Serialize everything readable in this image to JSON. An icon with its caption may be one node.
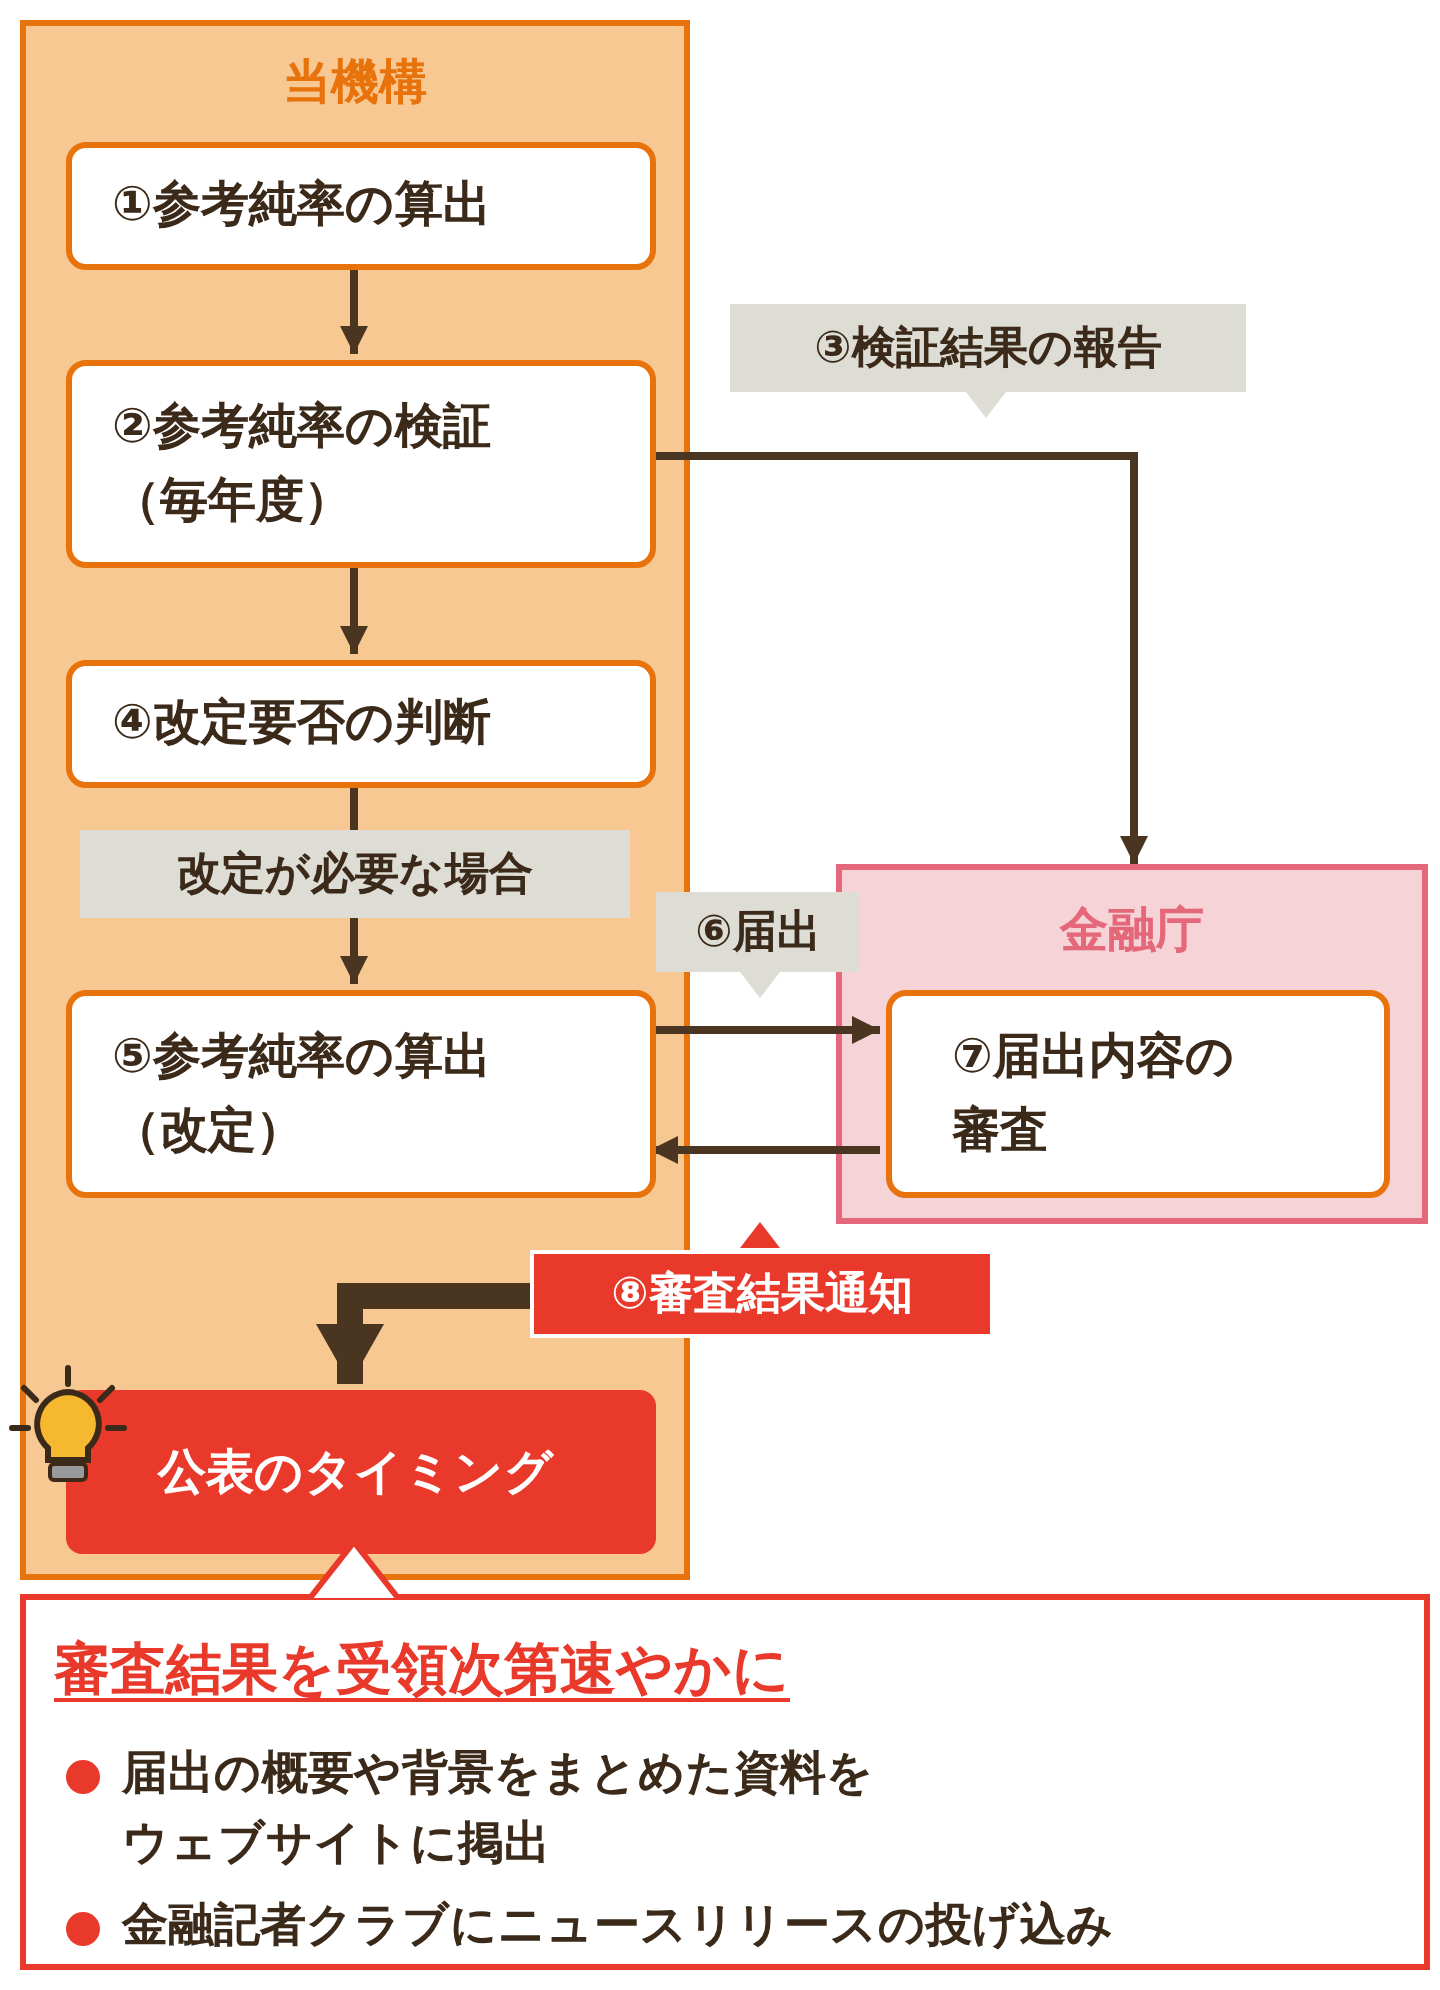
{
  "diagram": {
    "nodes": [
      {
        "text": [
          "当機構"
        ]
      },
      {
        "text": [
          "①参考純率の算出"
        ],
        "in": 0
      },
      {
        "text": [
          "②参考純率の検証（毎年度）"
        ],
        "in": 0
      },
      {
        "text": [
          "④改定要否の判断"
        ],
        "in": 0
      },
      {
        "text": [
          "⑤参考純率の算出（改定）"
        ],
        "in": 0
      },
      {
        "text": [
          "公表のタイミング"
        ],
        "in": 0
      },
      {
        "text": [
          "金融庁"
        ]
      },
      {
        "text": [
          "⑦届出内容の審査"
        ],
        "in": 6
      },
      {
        "text": [
          "審査結果を受領次第速やかに",
          "届出の概要や背景をまとめた資料をウェブサイトに掲出",
          "金融記者クラブにニュースリリースの投げ込み"
        ]
      }
    ],
    "edges": [
      {
        "from": 1,
        "to": 2,
        "arrow": "to"
      },
      {
        "from": 2,
        "to": 3,
        "arrow": "to"
      },
      {
        "from": 3,
        "to": 4,
        "arrow": "to",
        "label": "改定が必要な場合"
      },
      {
        "from": 2,
        "to": 6,
        "arrow": "to",
        "label": "③検証結果の報告"
      },
      {
        "from": 4,
        "to": 7,
        "arrow": "to",
        "label": "⑥届出"
      },
      {
        "from": 7,
        "to": 4,
        "arrow": "to"
      },
      {
        "from": null,
        "to": 5,
        "arrow": "to",
        "label": "⑧審査結果通知",
        "style": "thick"
      }
    ]
  }
}
